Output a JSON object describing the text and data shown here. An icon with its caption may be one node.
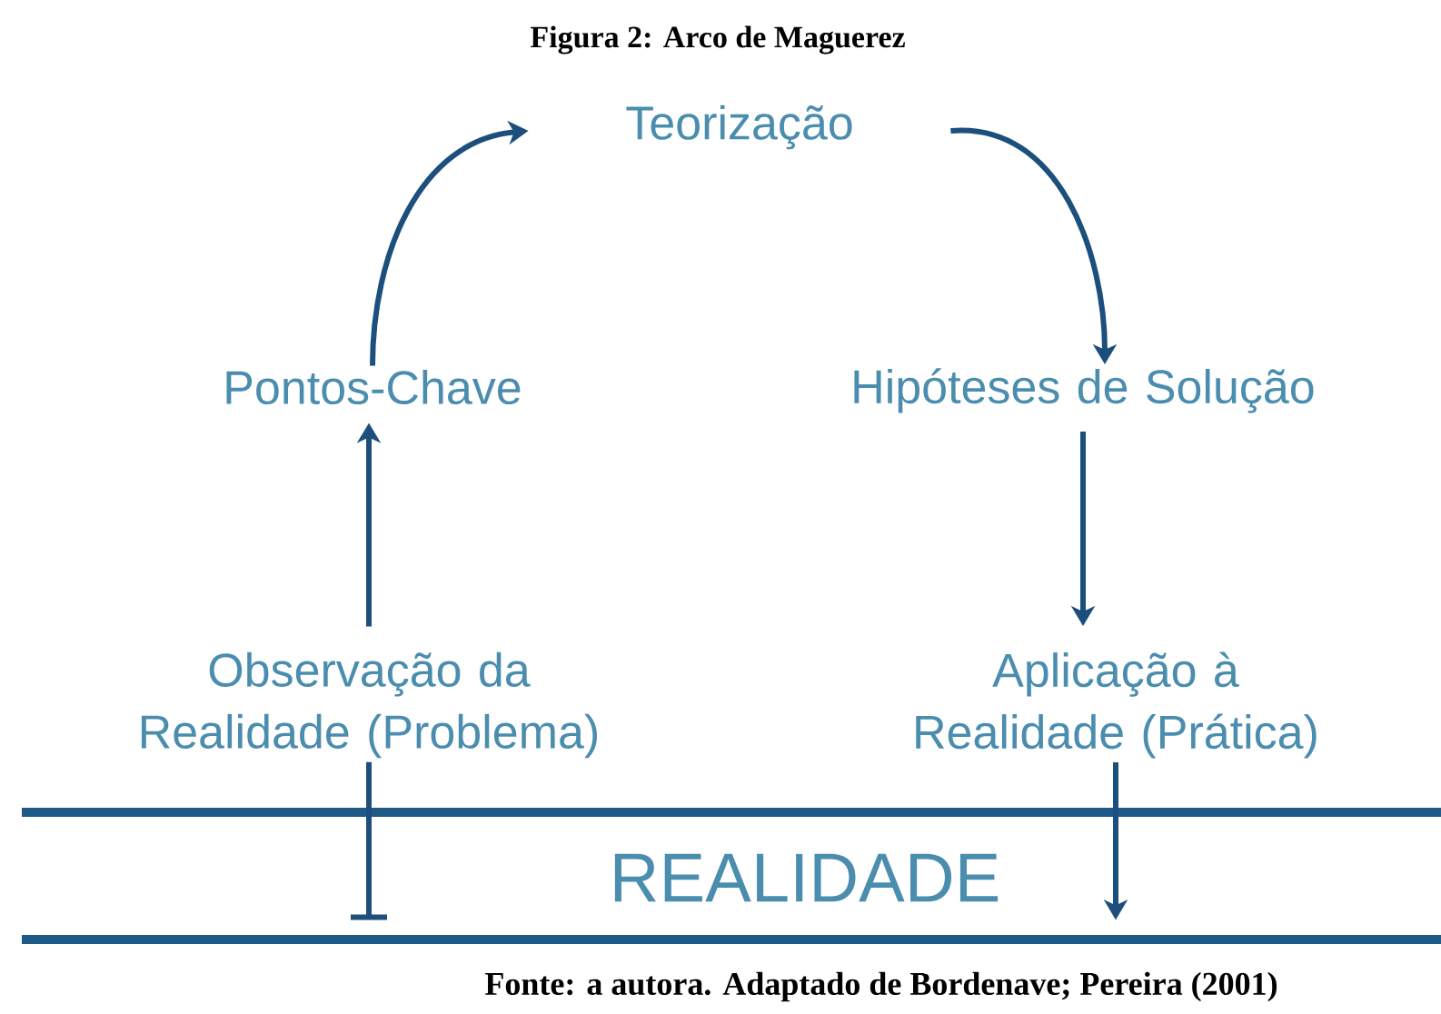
{
  "diagram": {
    "title": "Figura 2: Arco de Maguerez",
    "caption": "Fonte: a autora. Adaptado de Bordenave; Pereira (2001)",
    "nodes": [
      {
        "text": [
          "Observação da Realidade (Problema)"
        ]
      },
      {
        "text": [
          "Pontos-Chave"
        ]
      },
      {
        "text": [
          "Teorização"
        ]
      },
      {
        "text": [
          "Hipóteses de Solução"
        ]
      },
      {
        "text": [
          "Aplicação à Realidade (Prática)"
        ]
      },
      {
        "text": [
          "REALIDADE"
        ]
      }
    ],
    "edges": [
      {
        "from": 0,
        "to": 1,
        "arrow": "to"
      },
      {
        "from": 1,
        "to": 2,
        "arrow": "to"
      },
      {
        "from": 2,
        "to": 3,
        "arrow": "to"
      },
      {
        "from": 3,
        "to": 4,
        "arrow": "to"
      },
      {
        "from": 4,
        "to": 5,
        "arrow": "to"
      },
      {
        "from": 0,
        "to": 5,
        "arrow": "other"
      }
    ]
  }
}
